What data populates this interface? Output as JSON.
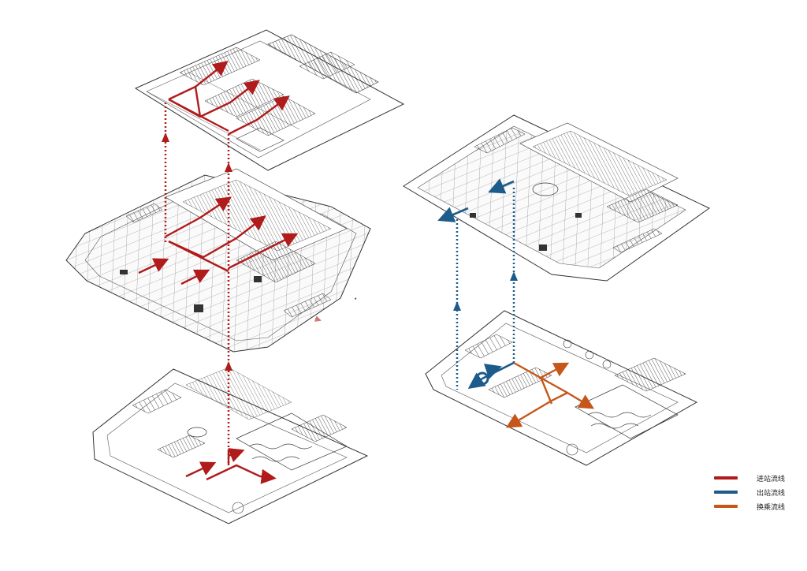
{
  "legend": {
    "items": [
      {
        "key": "entry",
        "label": "进站流线",
        "color": "#b01b1b"
      },
      {
        "key": "exit",
        "label": "出站流线",
        "color": "#1c5b8a"
      },
      {
        "key": "transfer",
        "label": "换乘流线",
        "color": "#c5571a"
      }
    ]
  },
  "colors": {
    "entry": "#b01b1b",
    "exit": "#1c5b8a",
    "transfer": "#c5571a",
    "linework": "#333333",
    "background": "#ffffff"
  },
  "diagram": {
    "left_stack": [
      "top-level-plan",
      "middle-level-plan",
      "ground-level-plan"
    ],
    "right_stack": [
      "upper-level-plan",
      "ground-level-plan"
    ]
  }
}
